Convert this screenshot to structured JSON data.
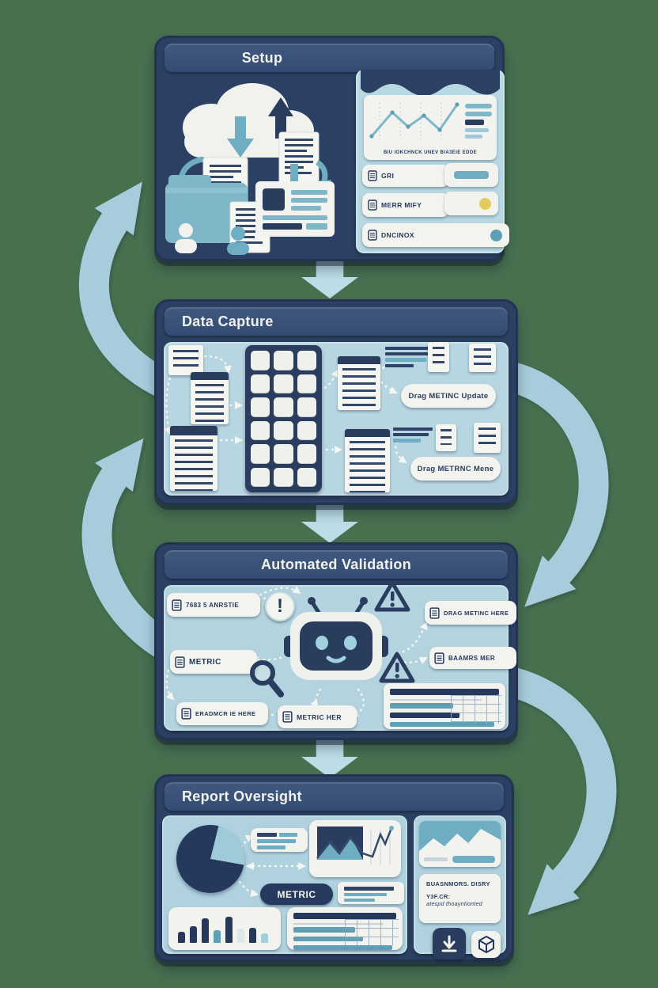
{
  "colors": {
    "background": "#47704F",
    "panel_navy": "#2C4064",
    "interior_blue": "#B7D6E1",
    "teal": "#6FAEC2",
    "ink_navy": "#26395C",
    "off_white": "#F2F3EE",
    "arrow_blue": "#A7CDDC",
    "yellow": "#E5CB5D"
  },
  "setup": {
    "title": "Setup",
    "dashboard": {
      "caption": "BIU IOKCHNCK UNEV BIA3EIE EDDE",
      "rows": [
        {
          "label": "GRI"
        },
        {
          "label": "MERR MIFY"
        },
        {
          "label": "DNCINOX"
        }
      ]
    }
  },
  "data_capture": {
    "title": "Data Capture",
    "grid": {
      "rows": 6,
      "cols": 3
    },
    "buttons": [
      {
        "label": "Drag METINC Update"
      },
      {
        "label": "Drag METRNC Mene"
      }
    ]
  },
  "validation": {
    "title": "Automated Validation",
    "left_buttons": [
      "7683 5 ANRSTIE",
      "METRIC",
      "ERADMCR IE HERE"
    ],
    "right_buttons": [
      "DRAG METINC HERE",
      "BAAMRS MER"
    ],
    "bottom_button": "METRIC HER"
  },
  "report": {
    "title": "Report Oversight",
    "metric_label": "METRIC",
    "side_panel": {
      "line1": "BUASNMORS. DISRY",
      "line2": "Y3F.CR:",
      "line3": "atespd thoayntionted"
    },
    "bar_chart": {
      "bars": [
        {
          "h": 38,
          "tone": "navy"
        },
        {
          "h": 58,
          "tone": "navy"
        },
        {
          "h": 86,
          "tone": "navy"
        },
        {
          "h": 45,
          "tone": "teal"
        },
        {
          "h": 92,
          "tone": "navy"
        },
        {
          "h": 50,
          "tone": "pale"
        },
        {
          "h": 54,
          "tone": "navy"
        },
        {
          "h": 34,
          "tone": "light"
        }
      ]
    }
  }
}
